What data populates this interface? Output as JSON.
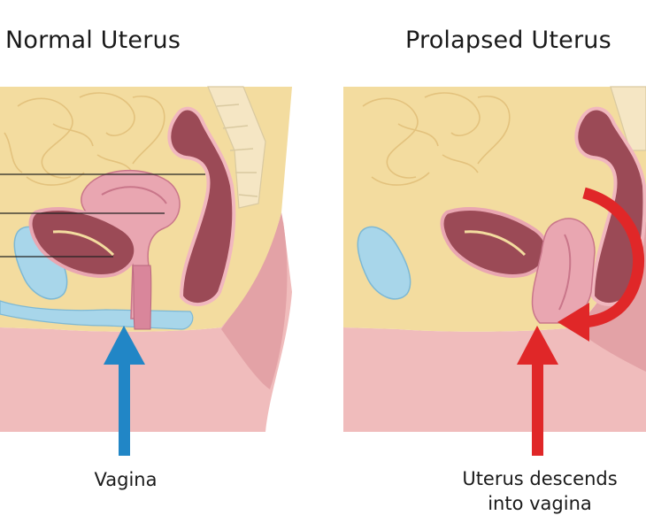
{
  "panels": {
    "normal": {
      "title": "Normal Uterus",
      "caption": "Vagina"
    },
    "prolapsed": {
      "title": "Prolapsed Uterus",
      "caption_line1": "Uterus descends",
      "caption_line2": "into vagina"
    }
  },
  "colors": {
    "abdomen": "#f3dc9f",
    "skin": "#f0bcbc",
    "skin_dark": "#e3a2a6",
    "uterus": "#e9a6b1",
    "rectum": "#9b4a56",
    "bladder": "#a8d6ea",
    "blue_arrow": "#2186c6",
    "red_arrow": "#e02728"
  }
}
